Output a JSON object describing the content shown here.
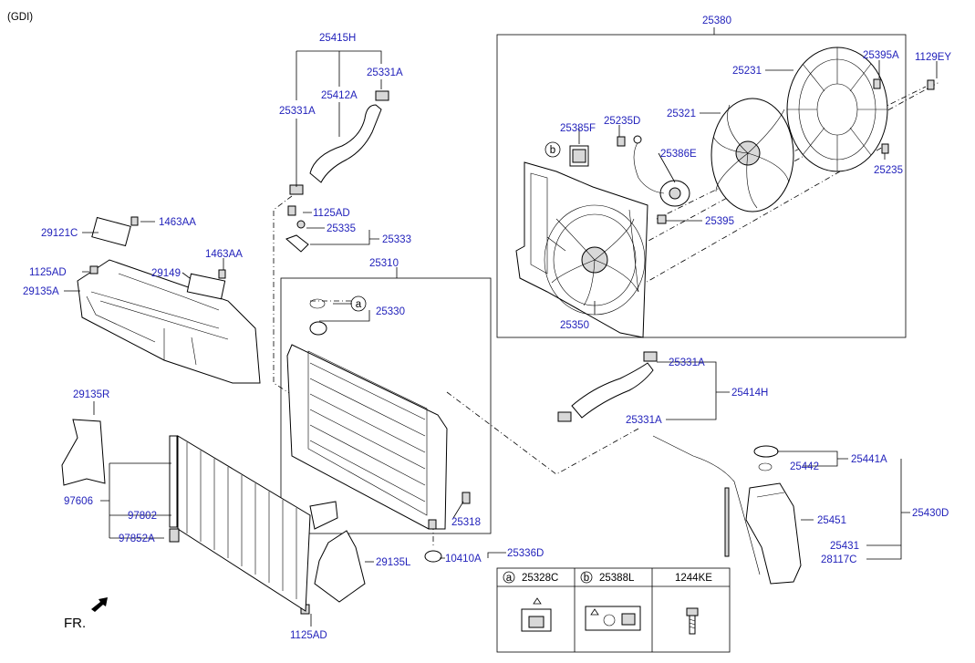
{
  "header": {
    "variant": "(GDI)"
  },
  "direction": {
    "label": "FR."
  },
  "parts": {
    "p25380": "25380",
    "p25415H": "25415H",
    "p25331A_1": "25331A",
    "p25412A": "25412A",
    "p25331A_2": "25331A",
    "p25395A": "25395A",
    "p1129EY": "1129EY",
    "p25231": "25231",
    "p25321": "25321",
    "p25385F": "25385F",
    "p25235D": "25235D",
    "p25386E": "25386E",
    "p25235": "25235",
    "p25395": "25395",
    "p25350": "25350",
    "p1125AD_1": "1125AD",
    "p25335": "25335",
    "p25333": "25333",
    "p29121C": "29121C",
    "p1463AA_1": "1463AA",
    "p1463AA_2": "1463AA",
    "p1125AD_2": "1125AD",
    "p29149": "29149",
    "p29135A": "29135A",
    "p25310": "25310",
    "p25330": "25330",
    "p25331A_3": "25331A",
    "p25414H": "25414H",
    "p25331A_4": "25331A",
    "p29135R": "29135R",
    "p97606": "97606",
    "p97802": "97802",
    "p97852A": "97852A",
    "p25318": "25318",
    "p29135L": "29135L",
    "p10410A": "10410A",
    "p25336D": "25336D",
    "p25441A": "25441A",
    "p25442": "25442",
    "p25430D": "25430D",
    "p25451": "25451",
    "p25431": "25431",
    "p28117C": "28117C",
    "p1125AD_3": "1125AD"
  },
  "callouts": {
    "a": "a",
    "b": "b"
  },
  "legend": {
    "cells": [
      {
        "marker": "a",
        "part": "25328C"
      },
      {
        "marker": "b",
        "part": "25388L"
      },
      {
        "marker": "",
        "part": "1244KE"
      }
    ]
  }
}
